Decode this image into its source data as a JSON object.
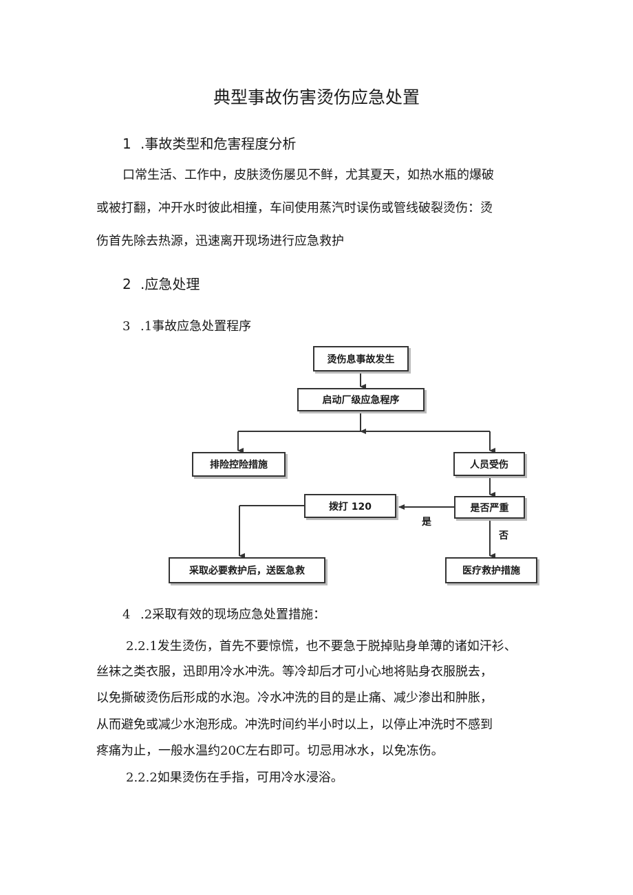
{
  "document": {
    "title": "典型事故伤害烫伤应急处置",
    "section1": {
      "num": "1",
      "heading": ".事故类型和危害程度分析"
    },
    "section1_paragraph": [
      "口常生活、工作中，皮肤烫伤屡见不鲜，尤其夏天，如热水瓶的爆破",
      "或被打翻，冲开水时彼此相撞，车间使用蒸汽时误伤或管线破裂烫伤：烫",
      "伤首先除去热源，迅速离开现场进行应急救护"
    ],
    "section2": {
      "num": "2",
      "heading": ".应急处理"
    },
    "section3": {
      "num": "3",
      "heading": ".1事故应急处置程序"
    },
    "section4": {
      "num": "4",
      "heading": ".2采取有效的现场应急处置措施："
    },
    "para_221": [
      "2.2.1发生烫伤，首先不要惊慌，也不要急于脱掉贴身单薄的诸如汗衫、",
      "丝袜之类衣服，迅即用冷水冲洗。等冷却后才可小心地将贴身衣服脱去，",
      "以免撕破烫伤后形成的水泡。冷水冲洗的目的是止痛、减少渗出和肿胀，",
      "从而避免或减少水泡形成。冲洗时间约半小时以上，以停止冲洗时不感到",
      "疼痛为止，一般水温约20C左右即可。切忌用冰水，以免冻伤。"
    ],
    "para_222": "2.2.2如果烫伤在手指，可用冷水浸浴。"
  },
  "flowchart": {
    "start": "烫伤息事故发生",
    "activate": "启动厂级应急程序",
    "hazard": "排险控险措施",
    "injured": "人员受伤",
    "serious": "是否严重",
    "call": "拨打 120",
    "rescue": "采取必要救护后，送医急救",
    "medical": "医疗救护措施",
    "yes": "是",
    "no": "否"
  }
}
